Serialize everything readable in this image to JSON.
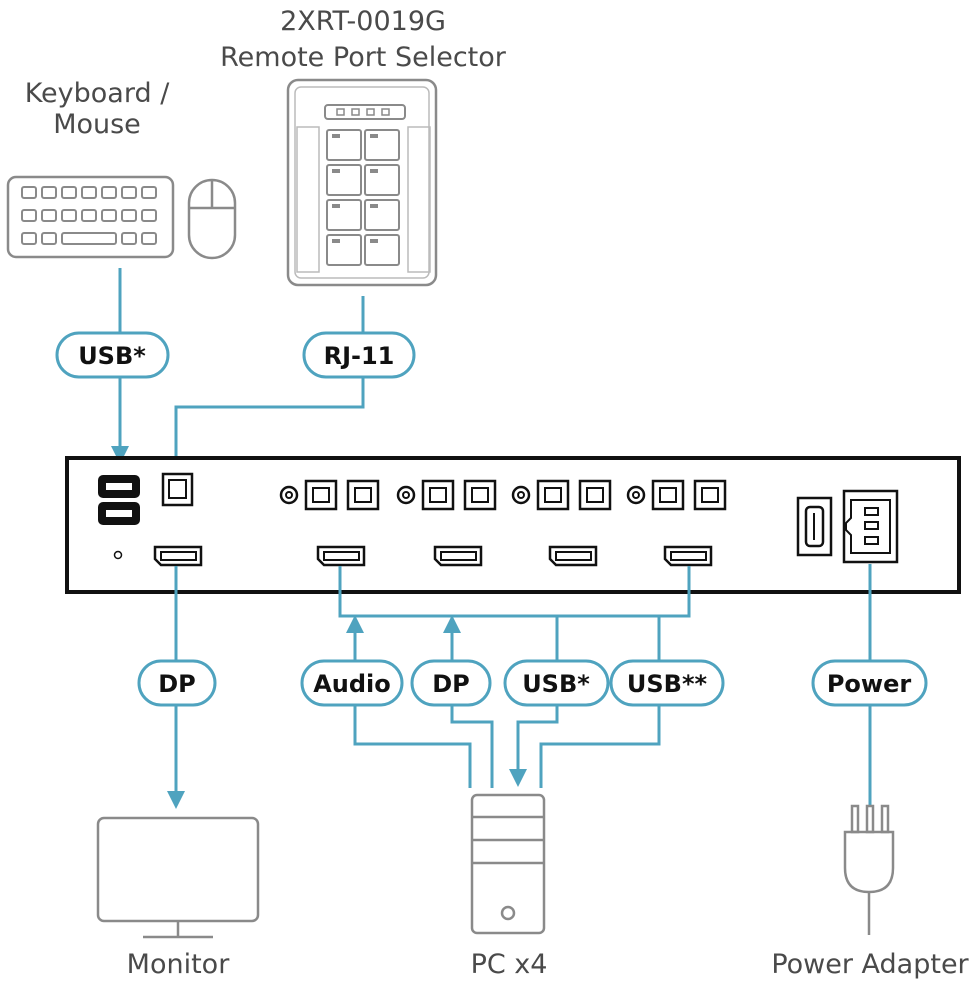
{
  "selector": {
    "model": "2XRT-0019G",
    "name": "Remote Port Selector"
  },
  "devices": {
    "keyboard_mouse": "Keyboard /",
    "keyboard_mouse_2": "Mouse",
    "monitor": "Monitor",
    "pc": "PC x4",
    "power_adapter": "Power Adapter"
  },
  "cables": {
    "usb_kbm": "USB*",
    "rj11": "RJ-11",
    "dp_monitor": "DP",
    "audio": "Audio",
    "dp_pc": "DP",
    "usb_pc": "USB*",
    "usb2_pc": "USB**",
    "power": "Power"
  },
  "colors": {
    "cable": "#4fa3bf",
    "device_outline": "#8a8a8a",
    "switch_outline": "#111111"
  }
}
